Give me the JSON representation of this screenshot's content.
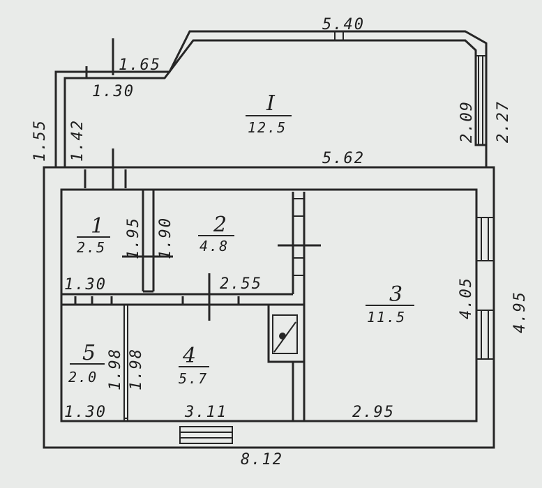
{
  "dimensions": {
    "veranda_top": "5.40",
    "veranda_step_upper": "1.65",
    "veranda_step_lower": "1.30",
    "veranda_left_outer": "1.55",
    "veranda_left_inner": "1.42",
    "veranda_right_inner": "2.09",
    "veranda_right_outer": "2.27",
    "veranda_bottom": "5.62",
    "room1_height": "1.95",
    "room2_height": "1.90",
    "room1_width": "1.30",
    "room2_width": "2.55",
    "room3_height_inner": "4.05",
    "room3_height_outer": "4.95",
    "room5_height": "1.98",
    "room4_height": "1.98",
    "room5_width": "1.30",
    "room4_width": "3.11",
    "room3_width": "2.95",
    "house_width": "8.12"
  },
  "rooms": [
    {
      "number": "I",
      "area": "12.5"
    },
    {
      "number": "1",
      "area": "2.5"
    },
    {
      "number": "2",
      "area": "4.8"
    },
    {
      "number": "3",
      "area": "11.5"
    },
    {
      "number": "4",
      "area": "5.7"
    },
    {
      "number": "5",
      "area": "2.0"
    }
  ],
  "colors": {
    "paper": "#e9ebe9",
    "ink": "#262626"
  }
}
